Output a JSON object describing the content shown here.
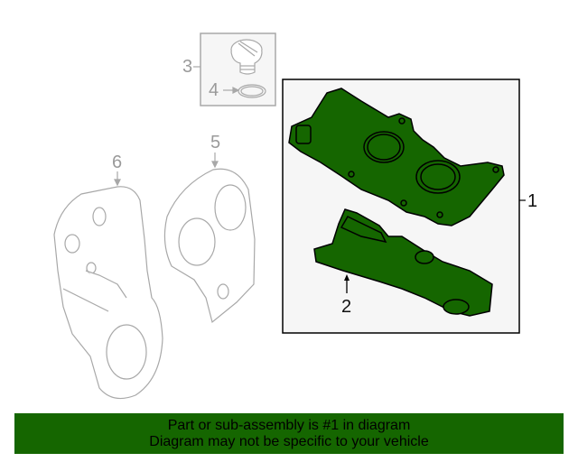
{
  "diagram": {
    "callouts": [
      {
        "id": "1",
        "label": "1",
        "highlighted": true
      },
      {
        "id": "2",
        "label": "2",
        "highlighted": true
      },
      {
        "id": "3",
        "label": "3",
        "highlighted": false
      },
      {
        "id": "4",
        "label": "4",
        "highlighted": false
      },
      {
        "id": "5",
        "label": "5",
        "highlighted": false
      },
      {
        "id": "6",
        "label": "6",
        "highlighted": false
      }
    ],
    "parts": [
      {
        "name": "valve-cover",
        "callout": "1",
        "icon": "valve-cover-icon"
      },
      {
        "name": "valve-cover-gasket",
        "callout": "2",
        "icon": "gasket-icon"
      },
      {
        "name": "oil-filler-cap",
        "callout": "3",
        "icon": "oil-cap-icon"
      },
      {
        "name": "cap-seal-ring",
        "callout": "4",
        "icon": "o-ring-icon"
      },
      {
        "name": "upper-timing-cover",
        "callout": "5",
        "icon": "timing-cover-icon"
      },
      {
        "name": "lower-timing-cover",
        "callout": "6",
        "icon": "timing-cover-icon"
      }
    ],
    "colors": {
      "highlight_fill": "#156600",
      "inactive_stroke": "#a8a8a8",
      "outline": "#000000"
    }
  },
  "banner": {
    "line1": "Part or sub-assembly is #1 in diagram",
    "line2": "Diagram may not be specific to your vehicle",
    "background": "#156600"
  }
}
